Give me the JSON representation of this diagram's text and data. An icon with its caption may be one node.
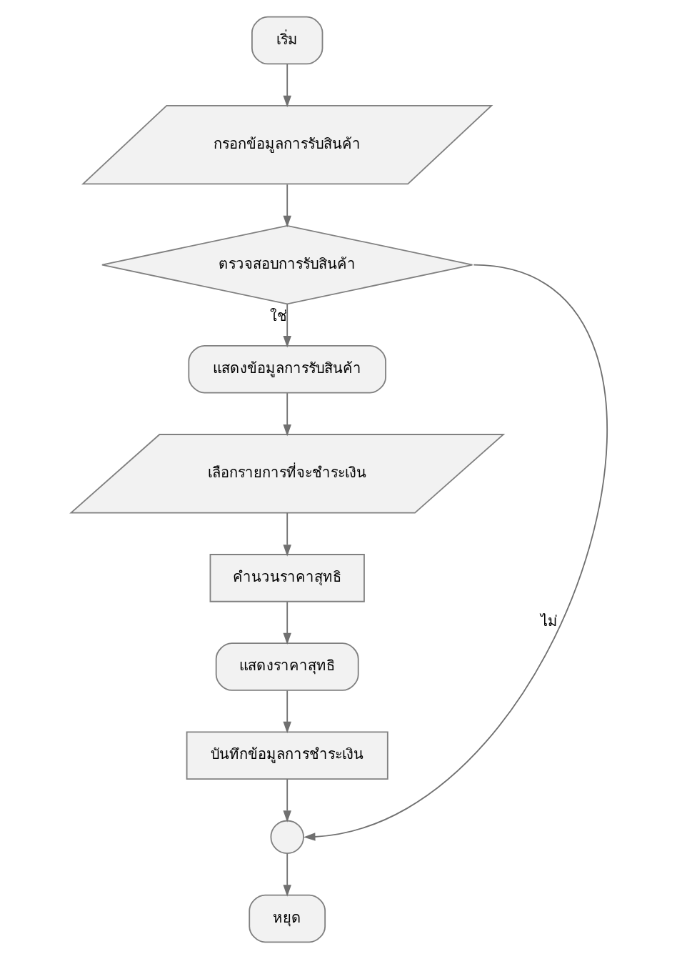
{
  "diagram": {
    "nodes": [
      {
        "text": [
          "เริ่ม"
        ]
      },
      {
        "text": [
          "กรอกข้อมูลการรับสินค้า"
        ]
      },
      {
        "text": [
          "ตรวจสอบการรับสินค้า"
        ]
      },
      {
        "text": [
          "แสดงข้อมูลการรับสินค้า"
        ]
      },
      {
        "text": [
          "เลือกรายการที่จะชำระเงิน"
        ]
      },
      {
        "text": [
          "คำนวนราคาสุทธิ"
        ]
      },
      {
        "text": [
          "แสดงราคาสุทธิ"
        ]
      },
      {
        "text": [
          "บันทึกข้อมูลการชำระเงิน"
        ]
      },
      {
        "text": [],
        "shape": "circle"
      },
      {
        "text": [
          "หยุด"
        ]
      }
    ],
    "edges": [
      {
        "from": 0,
        "to": 1,
        "arrow": "to"
      },
      {
        "from": 1,
        "to": 2,
        "arrow": "to"
      },
      {
        "from": 2,
        "to": 3,
        "label": "ใช่",
        "arrow": "to"
      },
      {
        "from": 3,
        "to": 4,
        "arrow": "to"
      },
      {
        "from": 4,
        "to": 5,
        "arrow": "to"
      },
      {
        "from": 5,
        "to": 6,
        "arrow": "to"
      },
      {
        "from": 6,
        "to": 7,
        "arrow": "to"
      },
      {
        "from": 7,
        "to": 8,
        "arrow": "to"
      },
      {
        "from": 2,
        "to": 8,
        "label": "ไม่",
        "arrow": "to"
      },
      {
        "from": 8,
        "to": 9,
        "arrow": "to"
      }
    ]
  }
}
